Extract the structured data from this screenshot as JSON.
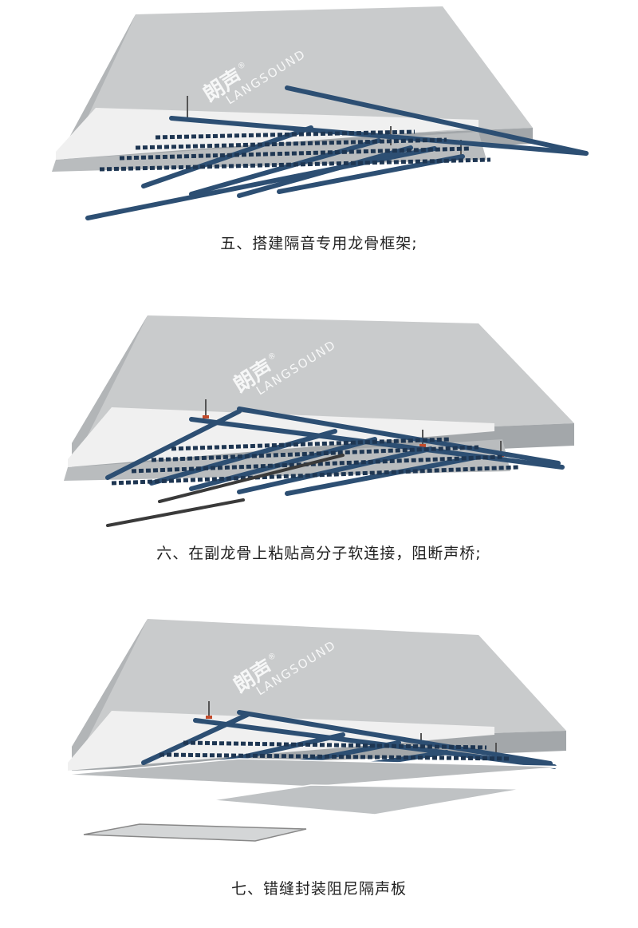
{
  "watermark": {
    "brand_cn": "朗声",
    "brand_en": "LANGSOUND",
    "registered": "®"
  },
  "steps": [
    {
      "caption": "五、搭建隔音专用龙骨框架;"
    },
    {
      "caption": "六、在副龙骨上粘贴高分子软连接，阻断声桥;"
    },
    {
      "caption": "七、错缝封装阻尼隔声板"
    }
  ],
  "colors": {
    "concrete_top": "#c9cbcc",
    "concrete_side": "#9fa3a6",
    "keel": "#2d4f73",
    "keel_dark": "#1e3652",
    "panel": "#b9bcbe",
    "connector": "#c24a2a"
  }
}
